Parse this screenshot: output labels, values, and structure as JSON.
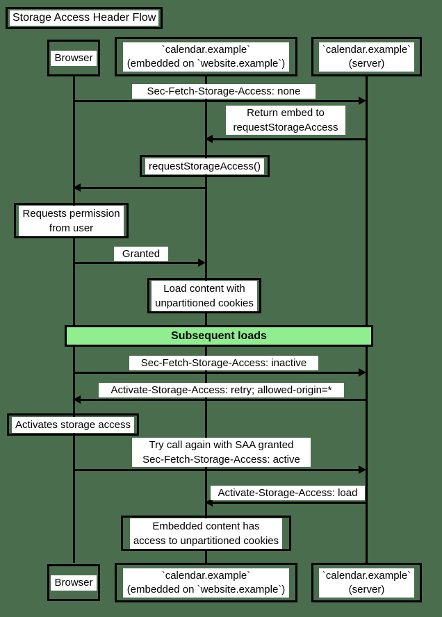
{
  "diagram": {
    "type": "sequence-diagram",
    "title": "Storage Access Header Flow",
    "background_color": "#4a6e4d",
    "line_color": "#000000",
    "label_background": "#ffffff",
    "divider_color": "#90ee90"
  },
  "participants": [
    {
      "id": "browser",
      "label": "Browser"
    },
    {
      "id": "embedded",
      "label": "`calendar.example`\n(embedded on `website.example`)"
    },
    {
      "id": "server",
      "label": "`calendar.example`\n(server)"
    }
  ],
  "footer_participants": [
    {
      "id": "browser",
      "label": "Browser"
    },
    {
      "id": "embedded",
      "label": "`calendar.example`\n(embedded on `website.example`)"
    },
    {
      "id": "server",
      "label": "`calendar.example`\n(server)"
    }
  ],
  "steps": [
    {
      "kind": "message",
      "from": "browser",
      "to": "server",
      "direction": "right",
      "label": "Sec-Fetch-Storage-Access: none"
    },
    {
      "kind": "message",
      "from": "server",
      "to": "embedded",
      "direction": "left",
      "label": "Return embed to\nrequestStorageAccess"
    },
    {
      "kind": "note",
      "over": "embedded",
      "label": "requestStorageAccess()"
    },
    {
      "kind": "message",
      "from": "embedded",
      "to": "browser",
      "direction": "left",
      "label": ""
    },
    {
      "kind": "note",
      "over": "browser",
      "label": "Requests permission\nfrom user"
    },
    {
      "kind": "message",
      "from": "browser",
      "to": "embedded",
      "direction": "right",
      "label": "Granted"
    },
    {
      "kind": "note",
      "over": "embedded",
      "label": "Load content with\nunpartitioned cookies"
    },
    {
      "kind": "divider",
      "label": "Subsequent loads"
    },
    {
      "kind": "message",
      "from": "browser",
      "to": "server",
      "direction": "right",
      "label": "Sec-Fetch-Storage-Access: inactive"
    },
    {
      "kind": "message",
      "from": "server",
      "to": "browser",
      "direction": "left",
      "label": "Activate-Storage-Access: retry; allowed-origin=*"
    },
    {
      "kind": "note",
      "over": "browser",
      "label": "Activates storage access"
    },
    {
      "kind": "message",
      "from": "browser",
      "to": "server",
      "direction": "right",
      "label": "Try call again with SAA granted\nSec-Fetch-Storage-Access: active"
    },
    {
      "kind": "message",
      "from": "server",
      "to": "embedded",
      "direction": "left",
      "label": "Activate-Storage-Access: load"
    },
    {
      "kind": "note",
      "over": "embedded",
      "label": "Embedded content has\naccess to unpartitioned cookies"
    }
  ]
}
